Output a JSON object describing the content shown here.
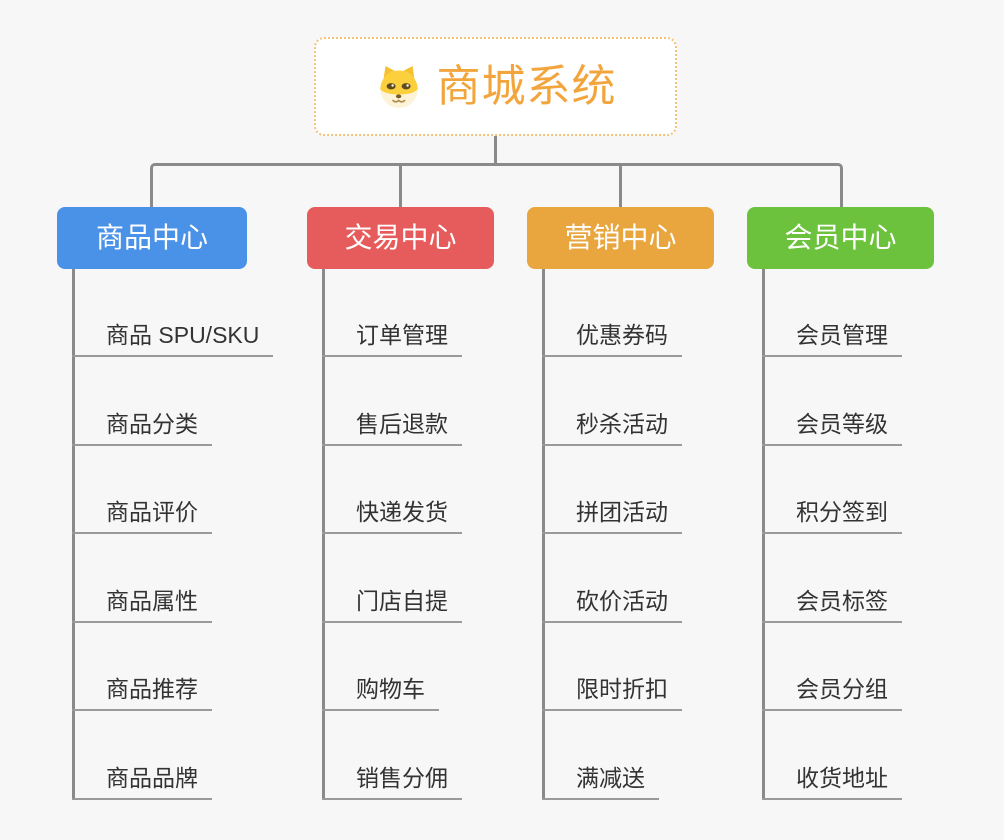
{
  "canvas": {
    "background": "#f7f7f7",
    "connector_color": "#8a8a8a"
  },
  "root": {
    "title": "商城系统",
    "icon": "dog-face-icon",
    "text_color": "#f2a53c",
    "border_color": "#f2c377"
  },
  "branches": [
    {
      "label": "商品中心",
      "color": "#4a91e8",
      "items": [
        "商品 SPU/SKU",
        "商品分类",
        "商品评价",
        "商品属性",
        "商品推荐",
        "商品品牌"
      ]
    },
    {
      "label": "交易中心",
      "color": "#e65c5c",
      "items": [
        "订单管理",
        "售后退款",
        "快递发货",
        "门店自提",
        "购物车",
        "销售分佣"
      ]
    },
    {
      "label": "营销中心",
      "color": "#e9a53e",
      "items": [
        "优惠券码",
        "秒杀活动",
        "拼团活动",
        "砍价活动",
        "限时折扣",
        "满减送"
      ]
    },
    {
      "label": "会员中心",
      "color": "#6cc23d",
      "items": [
        "会员管理",
        "会员等级",
        "积分签到",
        "会员标签",
        "会员分组",
        "收货地址"
      ]
    }
  ]
}
